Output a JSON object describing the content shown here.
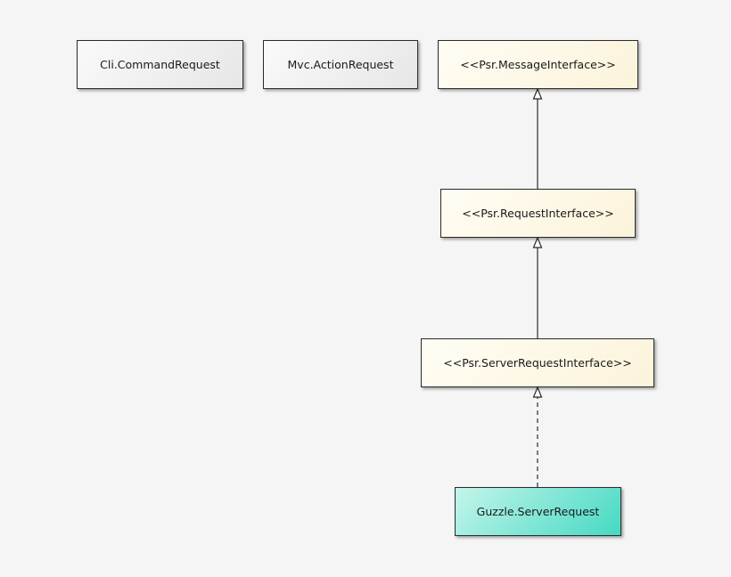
{
  "nodes": {
    "cli_command_request": {
      "label": "Cli.CommandRequest",
      "kind": "class"
    },
    "mvc_action_request": {
      "label": "Mvc.ActionRequest",
      "kind": "class"
    },
    "psr_message_interface": {
      "label": "<<Psr.MessageInterface>>",
      "kind": "interface"
    },
    "psr_request_interface": {
      "label": "<<Psr.RequestInterface>>",
      "kind": "interface"
    },
    "psr_server_request_interface": {
      "label": "<<Psr.ServerRequestInterface>>",
      "kind": "interface"
    },
    "guzzle_server_request": {
      "label": "Guzzle.ServerRequest",
      "kind": "class"
    }
  },
  "edges": [
    {
      "from": "psr_request_interface",
      "to": "psr_message_interface",
      "relation": "extends",
      "style": "solid"
    },
    {
      "from": "psr_server_request_interface",
      "to": "psr_request_interface",
      "relation": "extends",
      "style": "solid"
    },
    {
      "from": "guzzle_server_request",
      "to": "psr_server_request_interface",
      "relation": "implements",
      "style": "dashed"
    }
  ],
  "colors": {
    "background": "#f5f5f5",
    "class_fill": "#e6e6e6",
    "interface_fill": "#fbf3da",
    "highlight_fill": "#45d9c3",
    "line": "#2b2b2b"
  }
}
